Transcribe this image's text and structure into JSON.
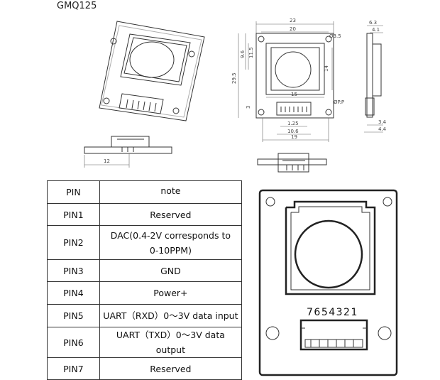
{
  "title": "GMQ125",
  "table": {
    "header": {
      "pin": "PIN",
      "note": "note"
    },
    "rows": [
      {
        "pin": "PIN1",
        "note": "Reserved"
      },
      {
        "pin": "PIN2",
        "note": "DAC(0.4-2V corresponds to",
        "note2": "0-10PPM)"
      },
      {
        "pin": "PIN3",
        "note": "GND"
      },
      {
        "pin": "PIN4",
        "note": "Power+"
      },
      {
        "pin": "PIN5",
        "note": "UART（RXD）0～3V data input"
      },
      {
        "pin": "PIN6",
        "note": "UART（TXD）0～3V data output"
      },
      {
        "pin": "PIN7",
        "note": "Reserved"
      }
    ]
  },
  "dimensions": {
    "width_23": "23",
    "width_20": "20",
    "hole_dia": "Ø3.5",
    "height_9_6": "9.6",
    "height_11_5": "11.5",
    "height_29_5": "29.5",
    "height_14": "14",
    "width_15": "15",
    "hole_dia_bottom": "ØP.P",
    "dim_3": "3",
    "pitch_1_25": "1.25",
    "width_10_6": "10.6",
    "width_19": "19",
    "side_6_3": "6.3",
    "side_4_1": "4.1",
    "side_3_4": "3.4",
    "side_4_4": "4.4",
    "bottom_12": "12"
  },
  "connector_pins": "7654321"
}
